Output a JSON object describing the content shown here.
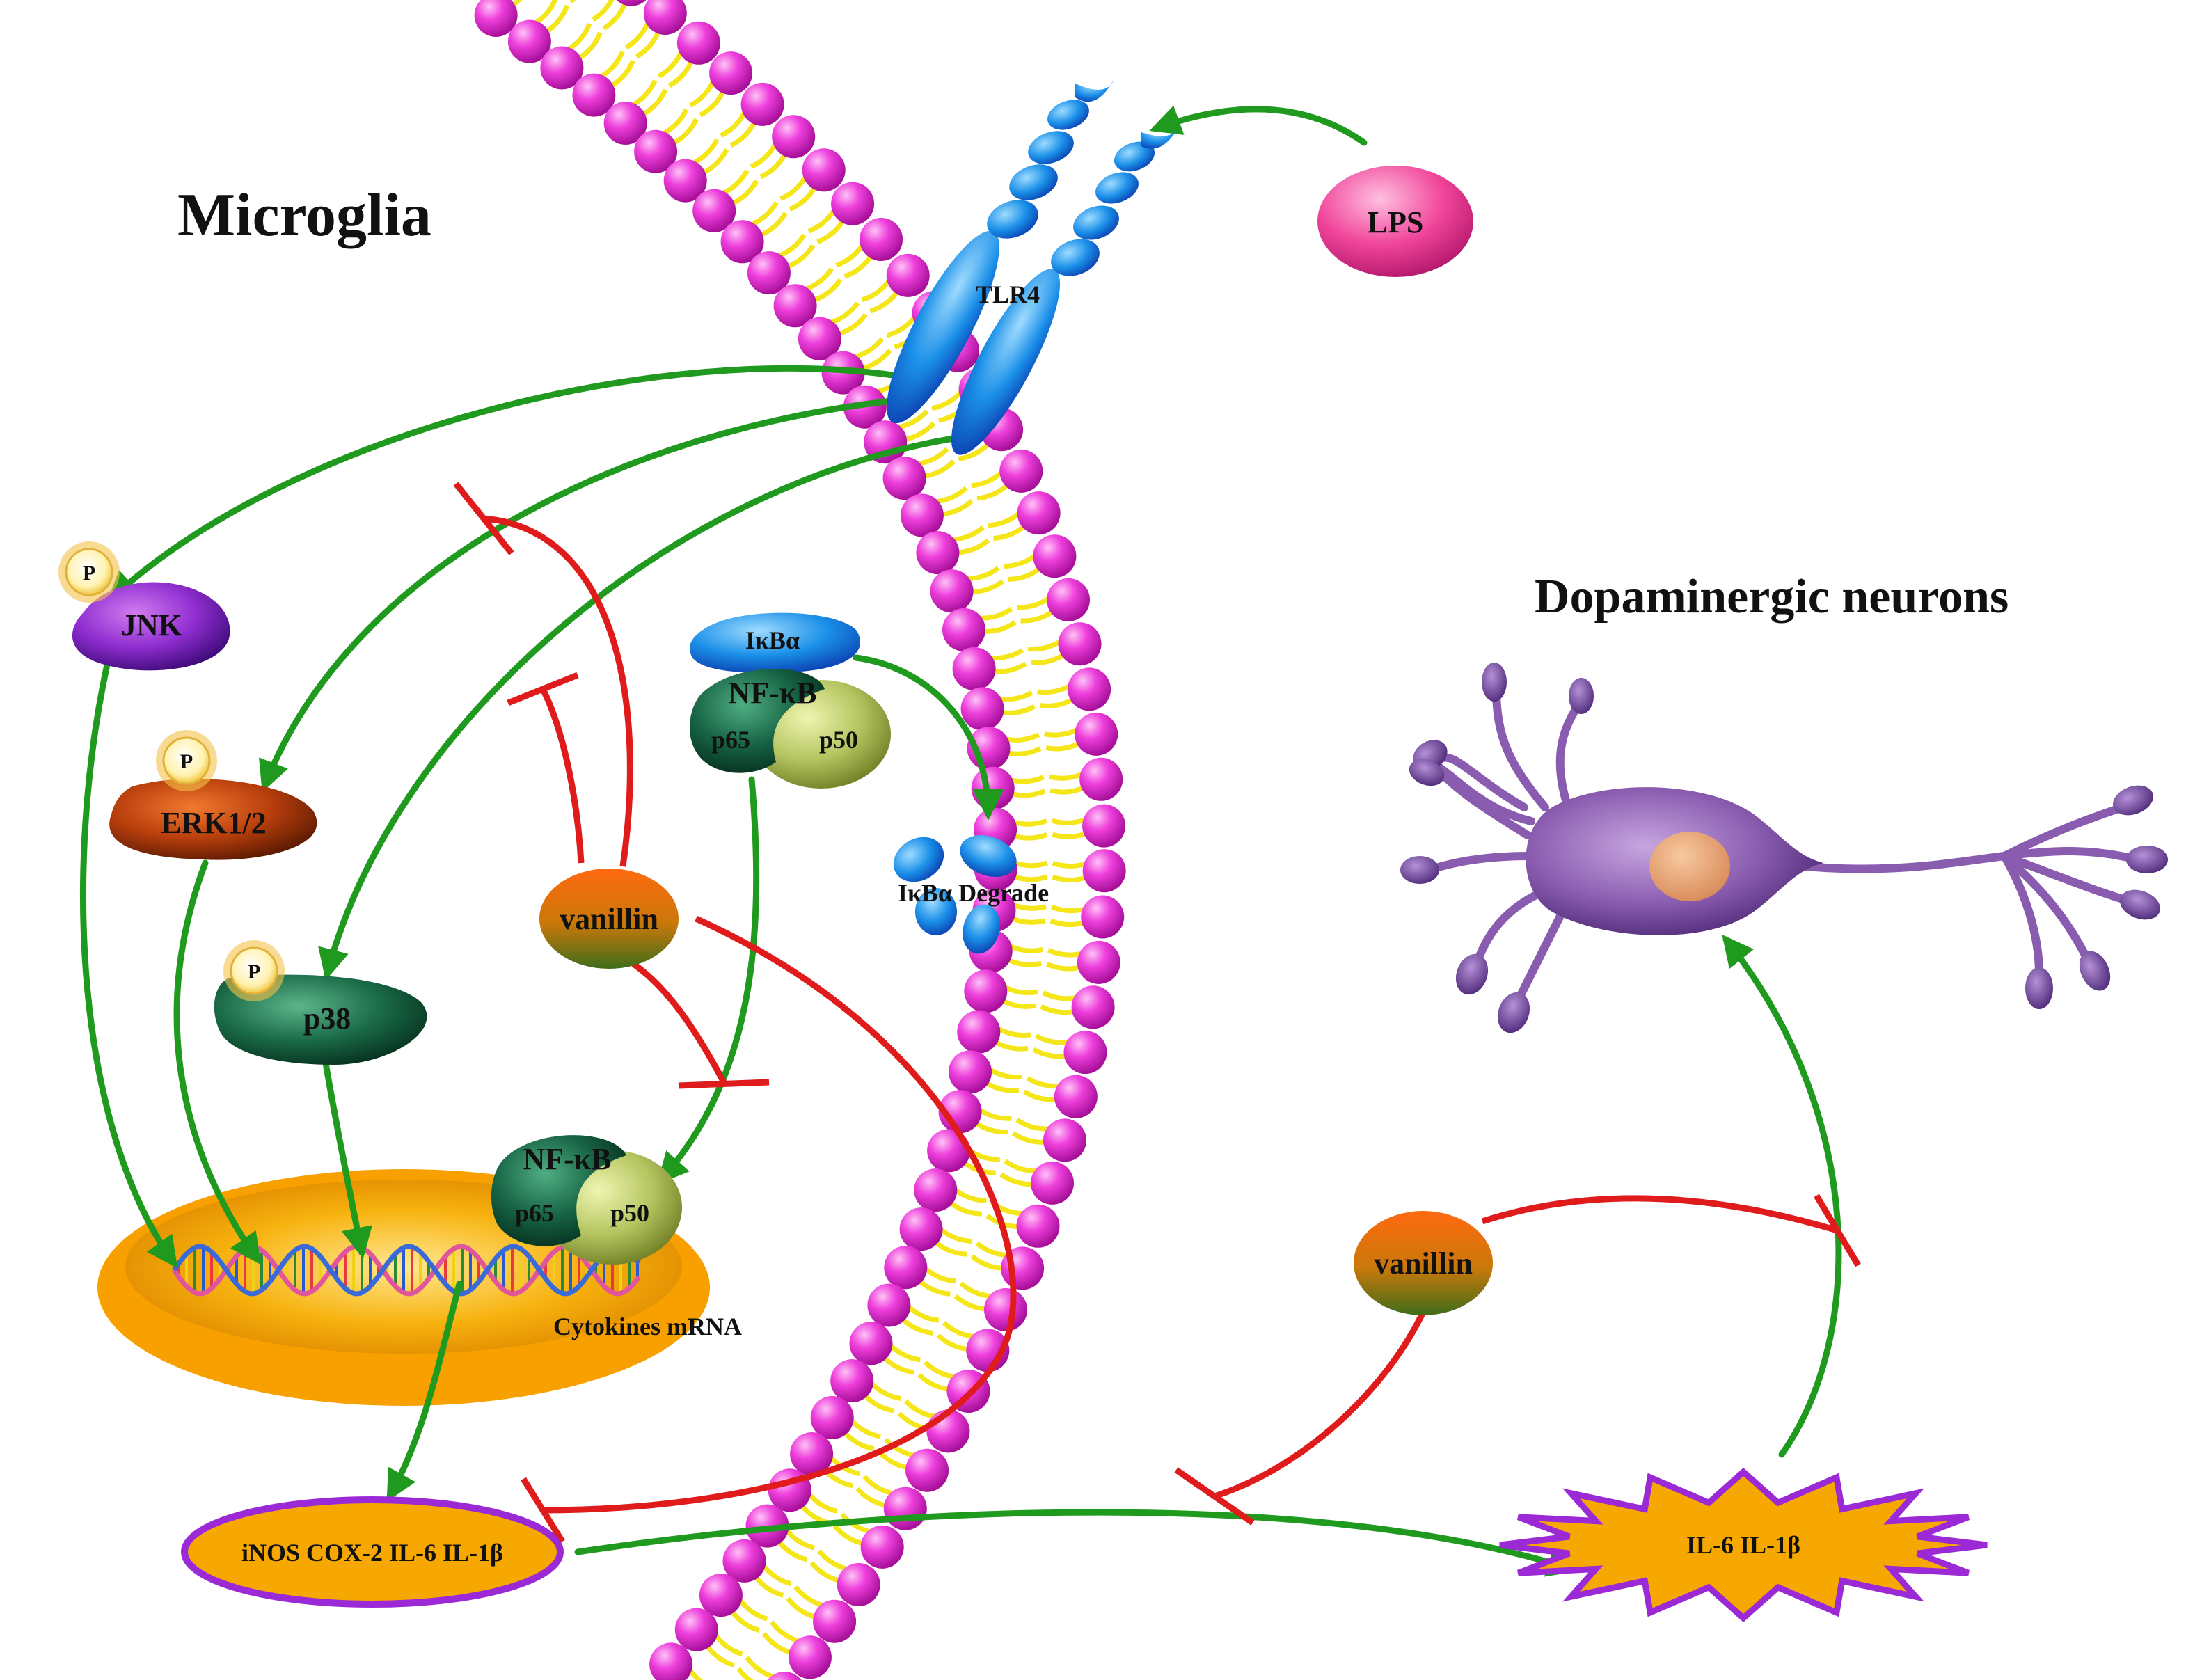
{
  "titles": {
    "microglia": "Microglia",
    "dopaminergic": "Dopaminergic neurons"
  },
  "nodes": {
    "lps": "LPS",
    "tlr4": "TLR4",
    "jnk": "JNK",
    "erk": "ERK1/2",
    "p38": "p38",
    "phospho": "P",
    "vanillin_microglia": "vanillin",
    "vanillin_neuron": "vanillin",
    "ikba": "IκBα",
    "ikba_degrade": "IκBα Degrade",
    "nfkb": "NF-κB",
    "p65": "p65",
    "p50": "p50",
    "cytokines_mrna": "Cytokines mRNA",
    "inflammatory_products": "iNOS COX-2 IL-6 IL-1β",
    "il_products": "IL-6 IL-1β"
  },
  "colors": {
    "activation_arrow": "#1f9a1f",
    "inhibition_line": "#e01b1b",
    "lipid_head": "#e83ad6",
    "lipid_tail": "#f5e61a",
    "receptor": "#1a8fe8",
    "nucleus": "#f7a800",
    "product_border": "#9b2ad6",
    "neuron": "#8a5cb0"
  },
  "icons": [
    "phospho-badge-icon",
    "dna-helix-icon",
    "neuron-icon",
    "receptor-icon"
  ]
}
